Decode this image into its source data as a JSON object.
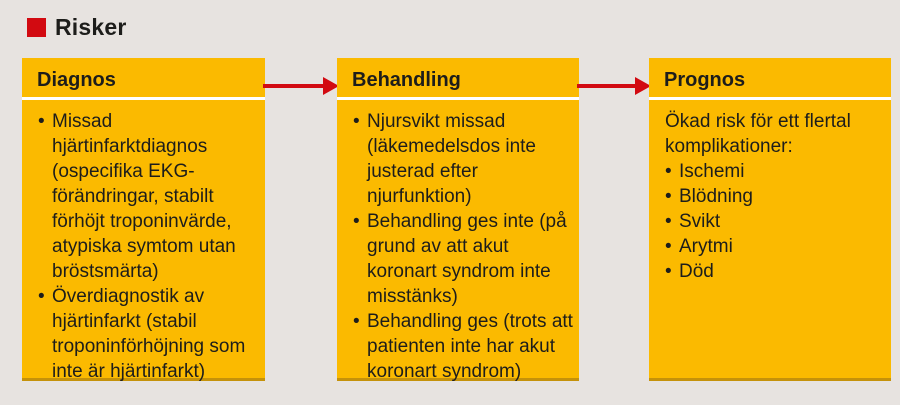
{
  "colors": {
    "background": "#e7e3e0",
    "box_fill": "#fbba00",
    "box_bottom_edge": "#c5920a",
    "accent_red": "#d20a11",
    "text": "#1d1d1b",
    "header_separator": "#ffffff"
  },
  "title": {
    "label": "Risker"
  },
  "bullet_glyph": "•",
  "diagram": {
    "boxes": [
      {
        "id": "diagnos",
        "header": "Diagnos",
        "items": [
          "Missad hjärtinfarktdiagnos (ospecifika EKG-förändringar, stabilt förhöjt troponinvärde, atypiska symtom utan bröstsmärta)",
          "Överdiagnostik av hjärtinfarkt (stabil troponinförhöjning som inte är hjärtinfarkt)"
        ]
      },
      {
        "id": "behandling",
        "header": "Behandling",
        "items": [
          "Njursvikt missad (läkemedelsdos inte justerad efter njurfunktion)",
          "Behandling ges inte (på grund av att akut koronart syndrom inte misstänks)",
          "Behandling ges (trots att patienten inte har akut koronart syndrom)"
        ]
      },
      {
        "id": "prognos",
        "header": "Prognos",
        "intro": "Ökad risk för ett flertal komplikationer:",
        "items": [
          "Ischemi",
          "Blödning",
          "Svikt",
          "Arytmi",
          "Död"
        ]
      }
    ],
    "arrows": [
      {
        "from": "Diagnos",
        "to": "Behandling"
      },
      {
        "from": "Behandling",
        "to": "Prognos"
      }
    ]
  }
}
